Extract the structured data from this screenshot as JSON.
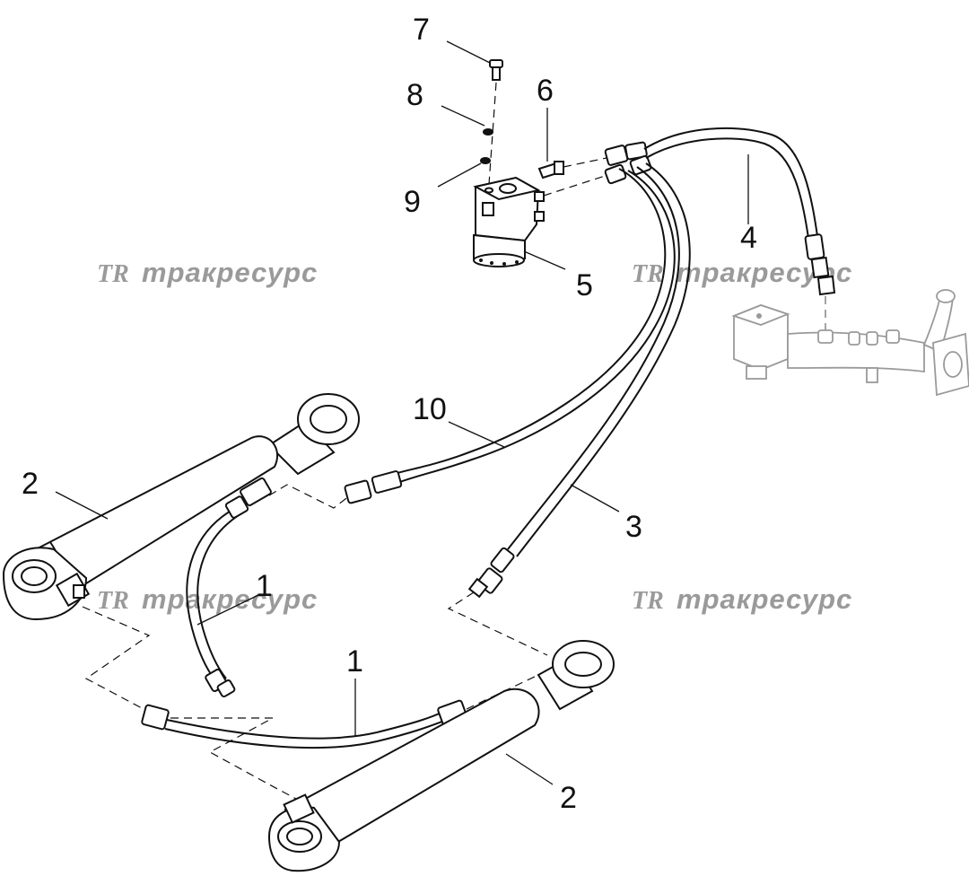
{
  "callouts": {
    "c1a": "1",
    "c1b": "1",
    "c2a": "2",
    "c2b": "2",
    "c3": "3",
    "c4": "4",
    "c5": "5",
    "c6": "6",
    "c7": "7",
    "c8": "8",
    "c9": "9",
    "c10": "10"
  },
  "watermark": {
    "logo": "TR",
    "text": "тракресурс"
  },
  "colors": {
    "line": "#111111",
    "watermark": "#9a9a9a",
    "background": "#ffffff"
  }
}
